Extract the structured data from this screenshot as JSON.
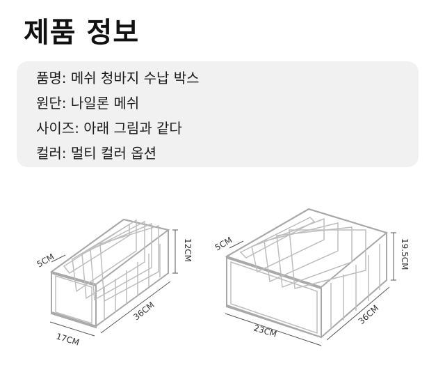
{
  "title": "제품 정보",
  "info": {
    "name": "품명: 메쉬 청바지 수납 박스",
    "fabric": "원단: 나일론 메쉬",
    "size": "사이즈: 아래 그림과 같다",
    "color": "컬러: 멀티 컬러 옵션"
  },
  "box_small": {
    "width": "5CM",
    "height": "12CM",
    "length": "36CM",
    "depth": "17CM"
  },
  "box_large": {
    "width": "5CM",
    "height": "19.5CM",
    "length": "36CM",
    "depth": "23CM"
  }
}
